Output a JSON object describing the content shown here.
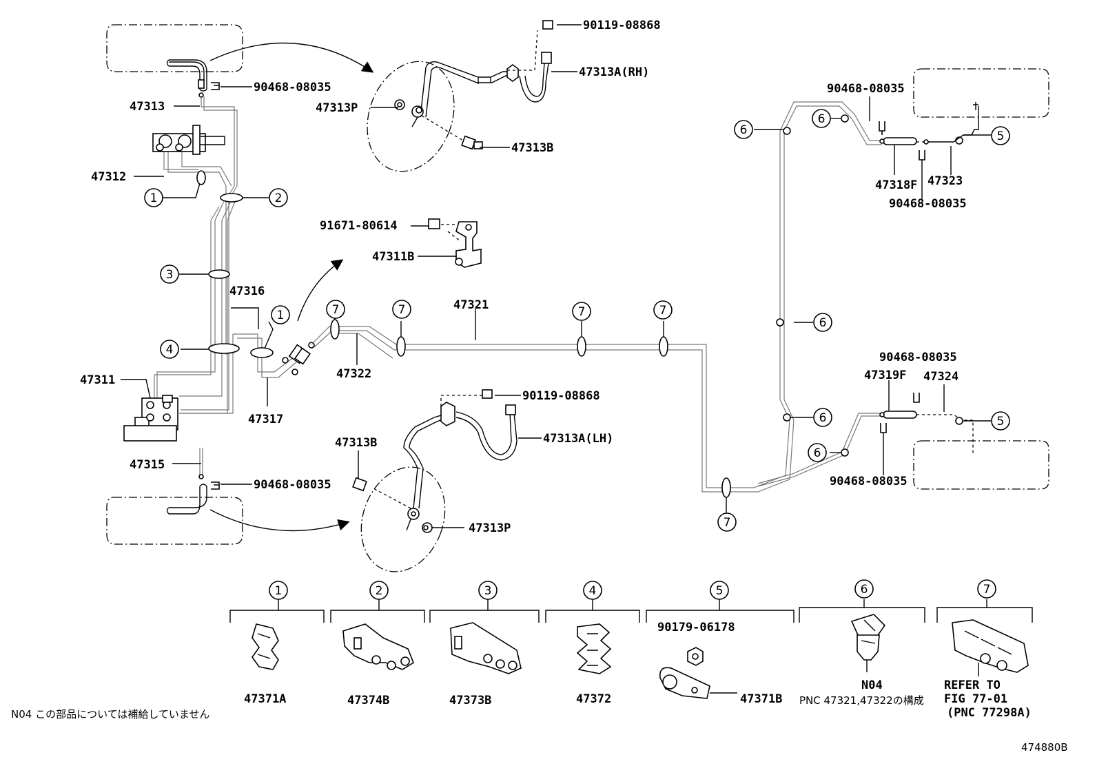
{
  "figure_id": "474880B",
  "parts": {
    "p47313": "47313",
    "p47312": "47312",
    "p47311": "47311",
    "p47315": "47315",
    "p47316": "47316",
    "p47317": "47317",
    "p47321": "47321",
    "p47322": "47322",
    "p47311B": "47311B",
    "p91671": "91671-80614",
    "p90119_top": "90119-08868",
    "p90119_bot": "90119-08868",
    "p47313A_RH": "47313A(RH)",
    "p47313A_LH": "47313A(LH)",
    "p47313P_top": "47313P",
    "p47313P_bot": "47313P",
    "p47313B_top": "47313B",
    "p47313B_bot": "47313B",
    "p90468_a": "90468-08035",
    "p90468_b": "90468-08035",
    "p90468_c": "90468-08035",
    "p90468_d": "90468-08035",
    "p90468_e": "90468-08035",
    "p90468_f": "90468-08035",
    "p47318F": "47318F",
    "p47323": "47323",
    "p47319F": "47319F",
    "p47324": "47324"
  },
  "circles": [
    "1",
    "2",
    "3",
    "4",
    "5",
    "6",
    "7"
  ],
  "legend": {
    "i1": {
      "num": "1",
      "part": "47371A"
    },
    "i2": {
      "num": "2",
      "part": "47374B"
    },
    "i3": {
      "num": "3",
      "part": "47373B"
    },
    "i4": {
      "num": "4",
      "part": "47372"
    },
    "i5": {
      "num": "5",
      "part": "47371B",
      "sub": "90179-06178"
    },
    "i6": {
      "num": "6",
      "part": "N04",
      "note": "PNC 47321,47322の構成"
    },
    "i7": {
      "num": "7",
      "line1": "REFER TO",
      "line2": "FIG 77-01",
      "line3": "(PNC 77298A)"
    }
  },
  "footnote": "N04 この部品については補給していません"
}
